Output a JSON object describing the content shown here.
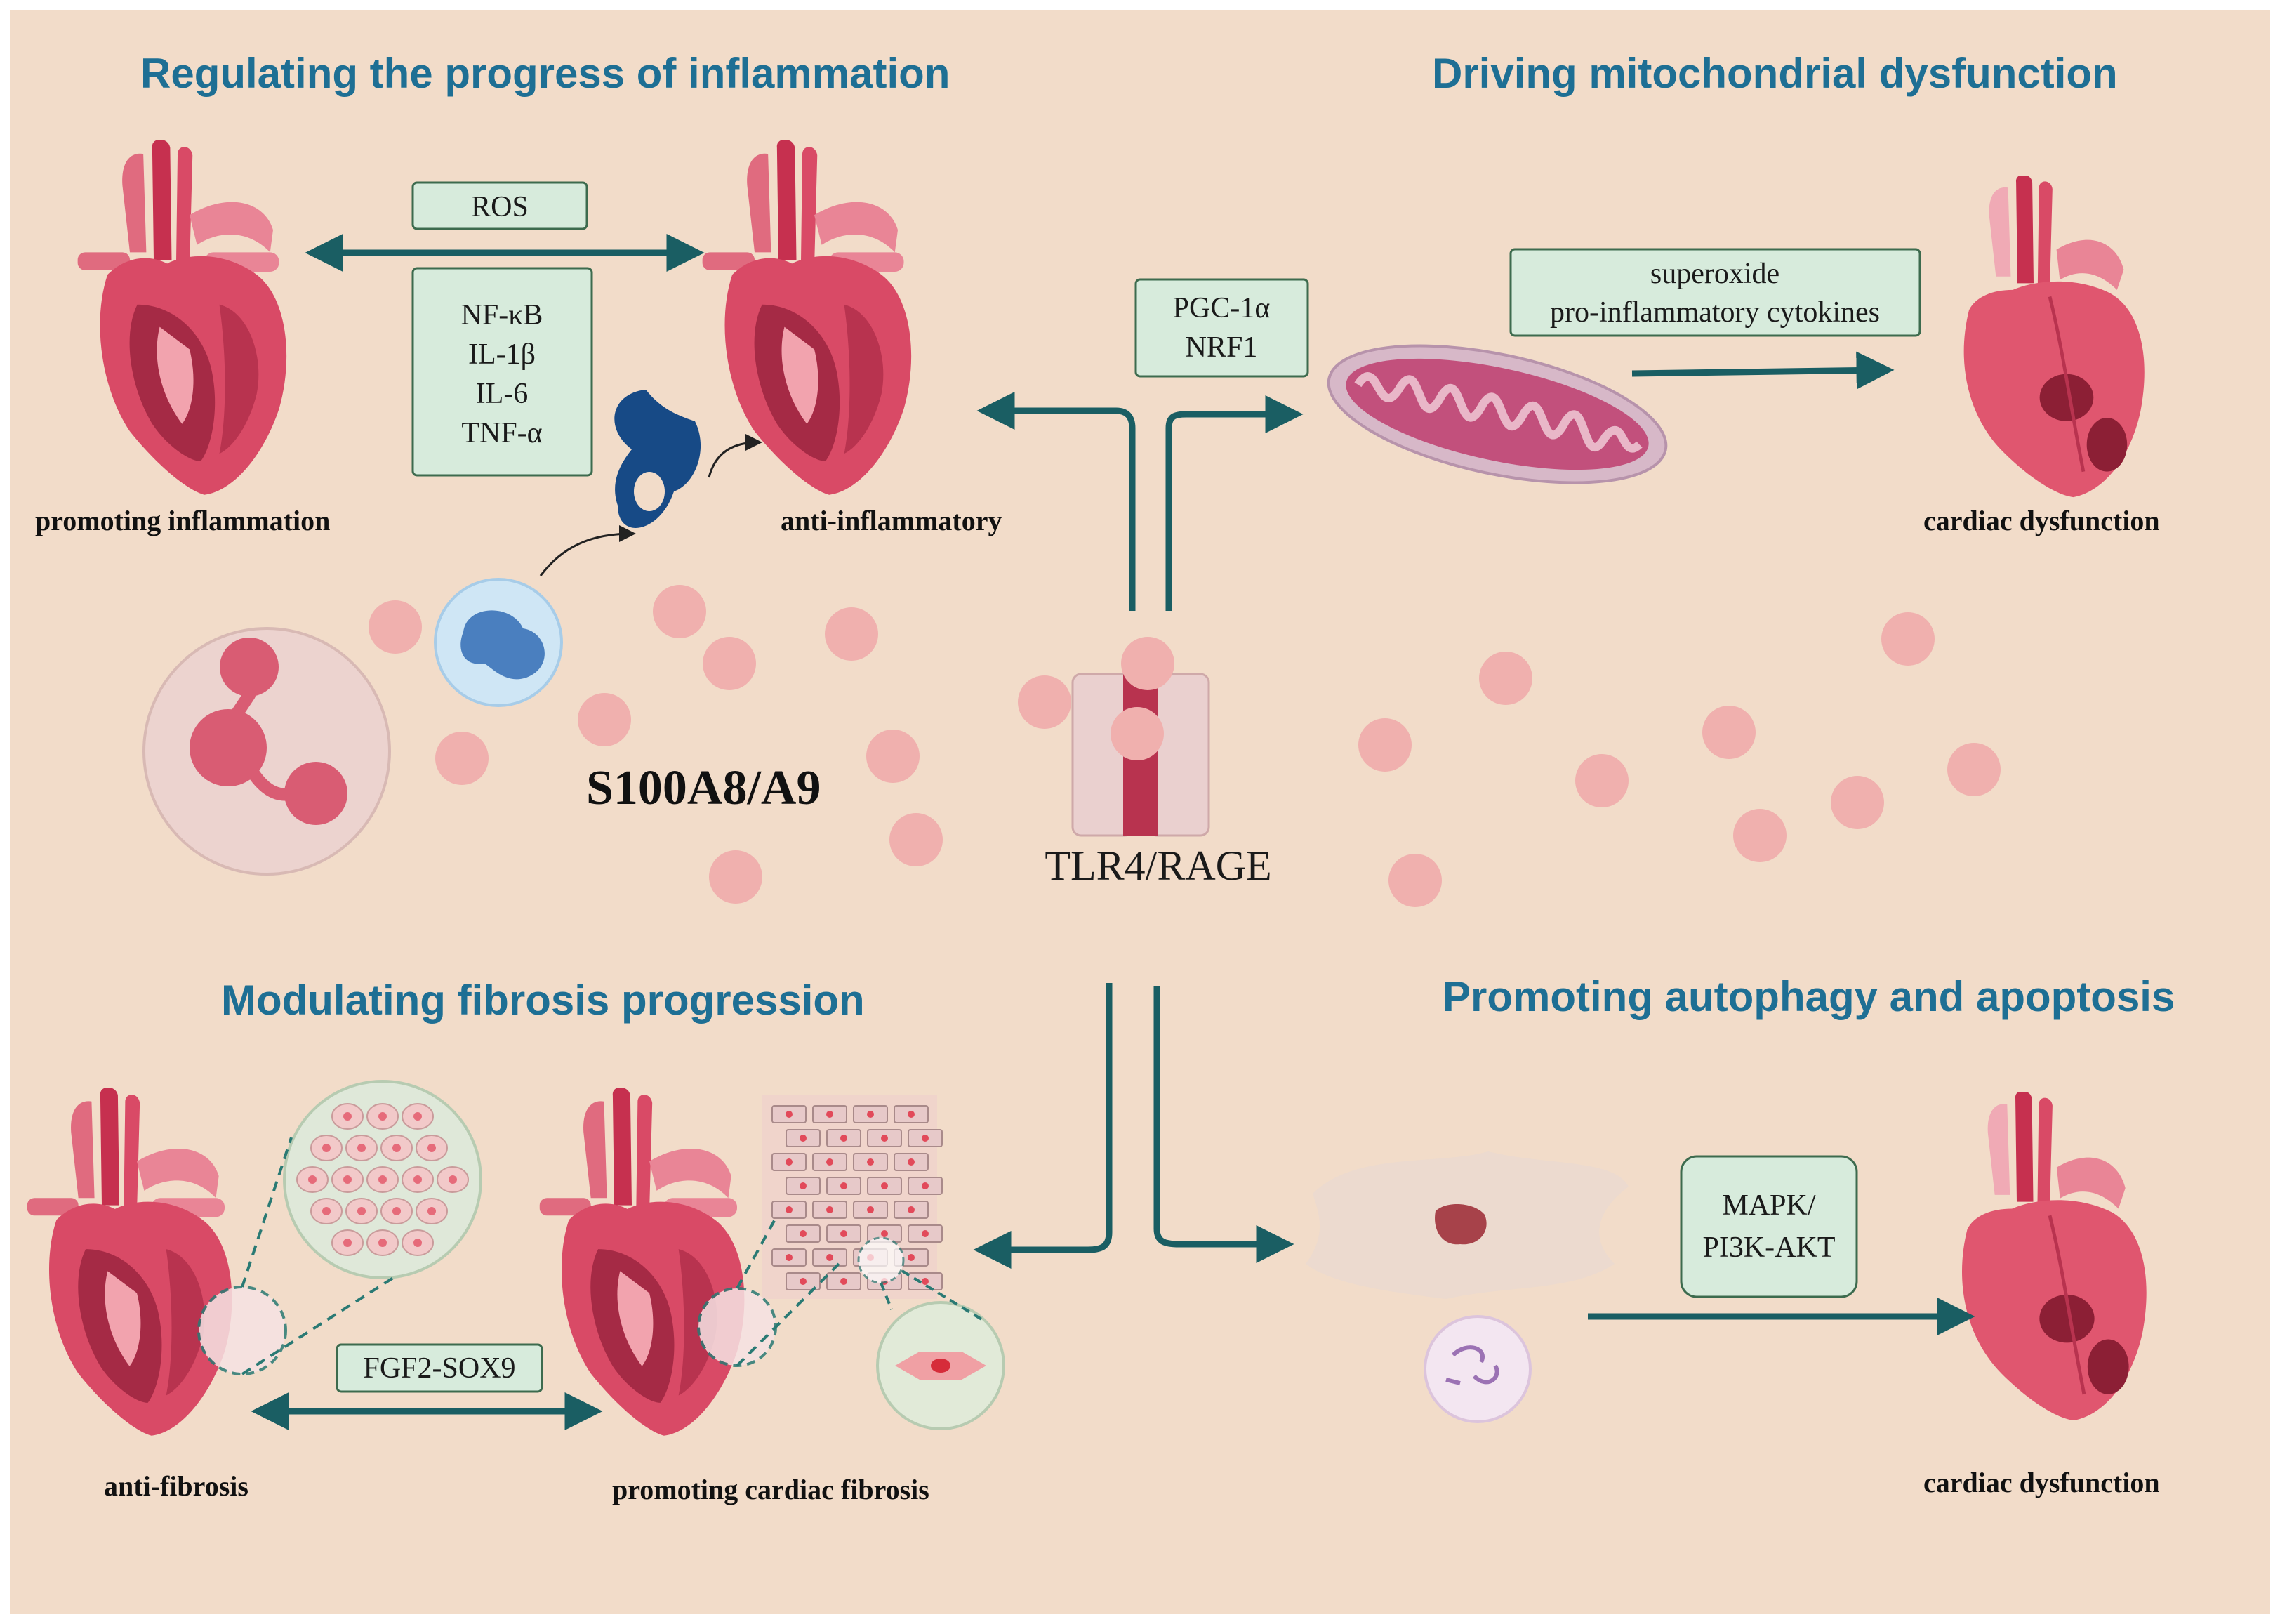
{
  "sections": {
    "inflammation": "Regulating the progress of inflammation",
    "mitochondrial": "Driving mitochondrial dysfunction",
    "fibrosis": "Modulating fibrosis progression",
    "autophagy": "Promoting autophagy and apoptosis"
  },
  "captions": {
    "promoting_inflammation": "promoting inflammation",
    "anti_inflammatory": "anti-inflammatory",
    "cardiac_dysfunction_top": "cardiac dysfunction",
    "anti_fibrosis": "anti-fibrosis",
    "promoting_cardiac_fibrosis": "promoting cardiac fibrosis",
    "cardiac_dysfunction_bottom": "cardiac dysfunction"
  },
  "boxes": {
    "ros": "ROS",
    "cytokines": [
      "NF-κB",
      "IL-1β",
      "IL-6",
      "TNF-α"
    ],
    "pgc": [
      "PGC-1α",
      "NRF1"
    ],
    "superoxide": [
      "superoxide",
      "pro-inflammatory cytokines"
    ],
    "fgf2": "FGF2-SOX9",
    "mapk": [
      "MAPK/",
      "PI3K-AKT"
    ]
  },
  "center": {
    "protein": "S100A8/A9",
    "receptor": "TLR4/RAGE"
  },
  "colors": {
    "background": "#f2dcc9",
    "title": "#1e6f94",
    "arrow": "#1a5e63",
    "box_fill": "#d7ebdc",
    "particle": "#f0b0ae",
    "heart": "#d94a66"
  }
}
